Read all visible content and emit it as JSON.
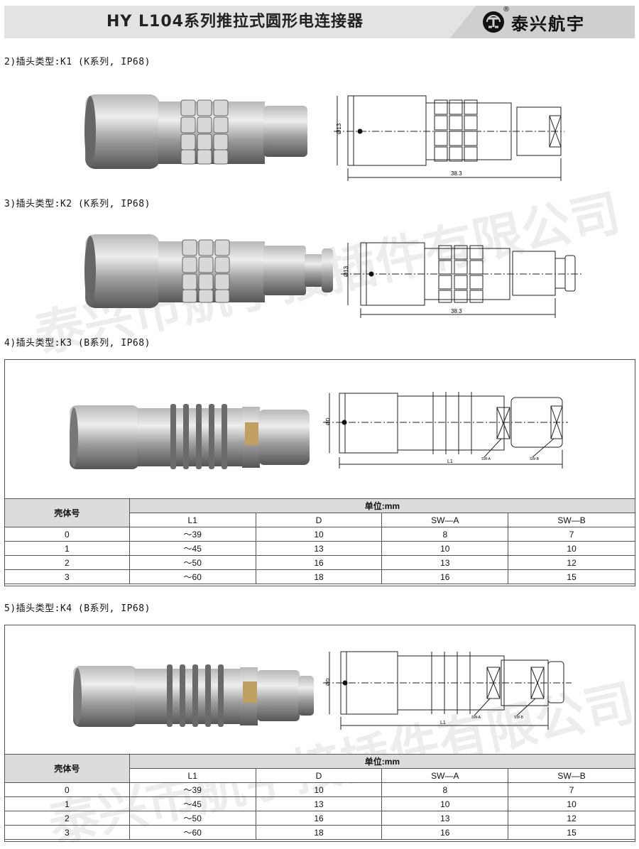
{
  "header": {
    "title": "HY  L104系列推拉式圆形电连接器",
    "brand_name": "泰兴航宇",
    "brand_reg": "®"
  },
  "watermark_text": "泰兴市航宇接插件有限公司",
  "sections": [
    {
      "label": "2)插头类型:K1 (K系列, IP68)",
      "dim_diameter": "Ø13",
      "dim_length": "38.3"
    },
    {
      "label": "3)插头类型:K2 (K系列, IP68)",
      "dim_diameter": "Ø13",
      "dim_length": "38.3"
    },
    {
      "label": "4)插头类型:K3 (B系列, IP68)",
      "dim_diameter": "ØD",
      "dim_length": "L1",
      "sw_a": "SW-A",
      "sw_b": "SW-B"
    },
    {
      "label": "5)插头类型:K4 (B系列, IP68)",
      "dim_diameter": "ØD",
      "dim_length": "L1",
      "sw_a": "SW-A",
      "sw_b": "SW-B"
    }
  ],
  "table": {
    "row_header": "壳体号",
    "unit_header": "单位:mm",
    "columns": [
      "L1",
      "D",
      "SW—A",
      "SW—B"
    ],
    "rows": [
      [
        "0",
        "～39",
        "10",
        "8",
        "7"
      ],
      [
        "1",
        "～45",
        "13",
        "10",
        "10"
      ],
      [
        "2",
        "～50",
        "16",
        "13",
        "12"
      ],
      [
        "3",
        "～60",
        "18",
        "16",
        "15"
      ]
    ]
  }
}
